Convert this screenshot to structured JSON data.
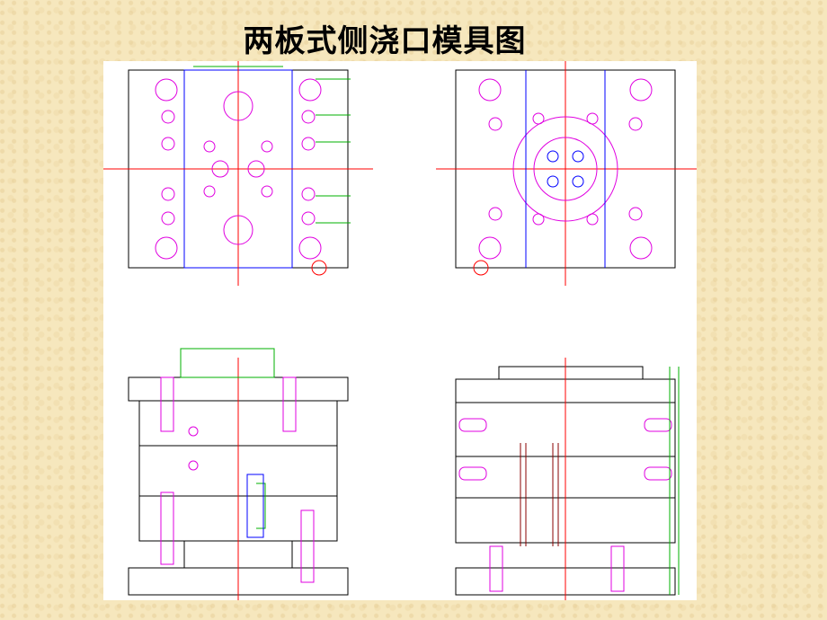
{
  "slide": {
    "title": "两板式侧浇口模具图"
  },
  "drawing": {
    "views": [
      "top-view-moving-half",
      "top-view-fixed-half",
      "section-view-front",
      "section-view-side"
    ]
  },
  "colors": {
    "outline": "#000000",
    "holes": "#e000e0",
    "leaders": "#00b000",
    "centerlines": "#ff0000",
    "pins": "#0000ff"
  }
}
